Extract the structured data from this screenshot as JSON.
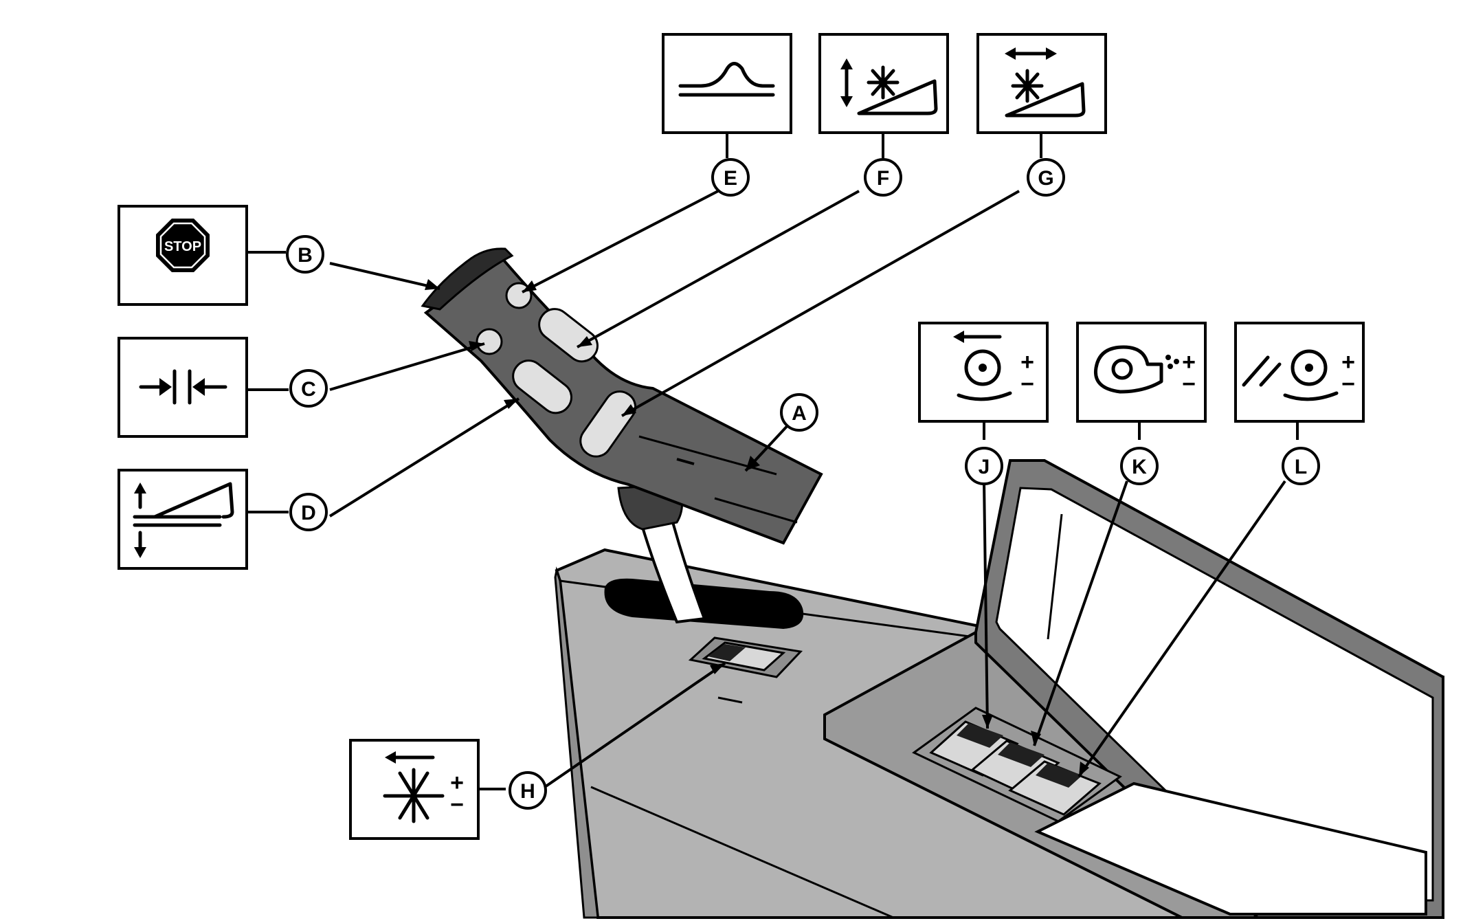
{
  "callouts": {
    "A": "A",
    "B": "B",
    "C": "C",
    "D": "D",
    "E": "E",
    "F": "F",
    "G": "G",
    "H": "H",
    "J": "J",
    "K": "K",
    "L": "L"
  },
  "symbols": {
    "stop_text": "STOP",
    "plus": "+",
    "minus": "−"
  },
  "colors": {
    "console": "#b3b3b3",
    "console_dark": "#8f8f8f",
    "lever": "#606060",
    "screen_frame": "#7a7a7a",
    "screen": "#ffffff"
  },
  "icons": {
    "B": "stop-sign-icon",
    "C": "header-float-compress-icon",
    "D": "header-raise-lower-icon",
    "E": "header-contour-icon",
    "F": "reel-raise-lower-icon",
    "G": "reel-fore-aft-icon",
    "H": "reel-speed-icon",
    "J": "threshing-speed-icon",
    "K": "fan-speed-icon",
    "L": "feeder-speed-icon"
  }
}
